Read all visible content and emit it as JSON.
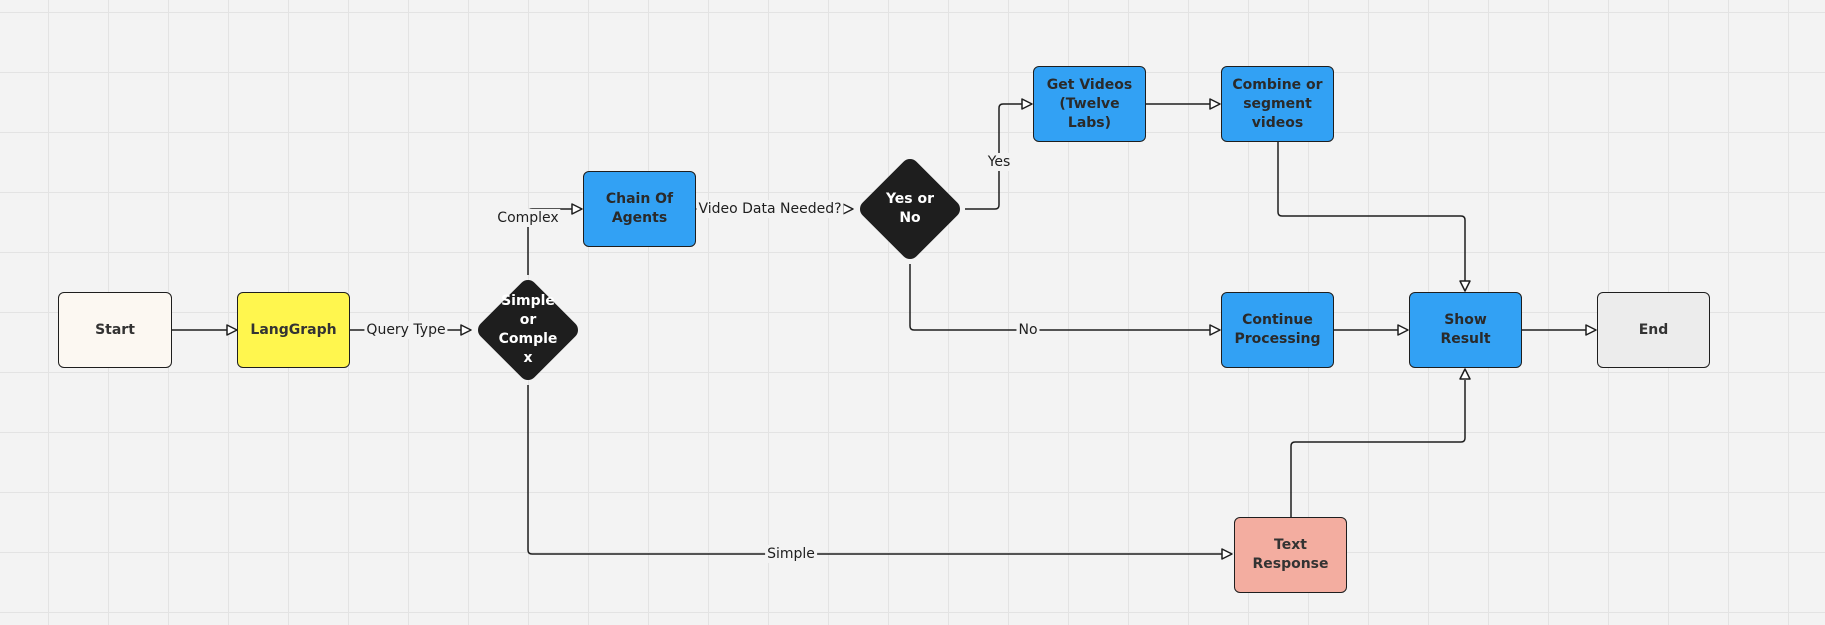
{
  "nodes": {
    "start": "Start",
    "langgraph": "LangGraph",
    "decision_complexity": "Simple\nor\nComple\nx",
    "chain_of_agents": "Chain Of\nAgents",
    "decision_video": "Yes or\nNo",
    "get_videos": "Get Videos\n(Twelve\nLabs)",
    "combine_videos": "Combine or\nsegment\nvideos",
    "continue_processing": "Continue\nProcessing",
    "show_result": "Show Result",
    "end": "End",
    "text_response": "Text\nResponse"
  },
  "edge_labels": {
    "query_type": "Query Type",
    "complex": "Complex",
    "simple": "Simple",
    "video_needed": "Video Data Needed?",
    "yes": "Yes",
    "no": "No"
  },
  "colors": {
    "start": "#fcf8f2",
    "langgraph": "#fff64e",
    "process": "#32a1f4",
    "decision": "#1e1e1e",
    "text_response": "#f3ada0",
    "end": "#ececec",
    "connector": "#1e1e1e"
  }
}
